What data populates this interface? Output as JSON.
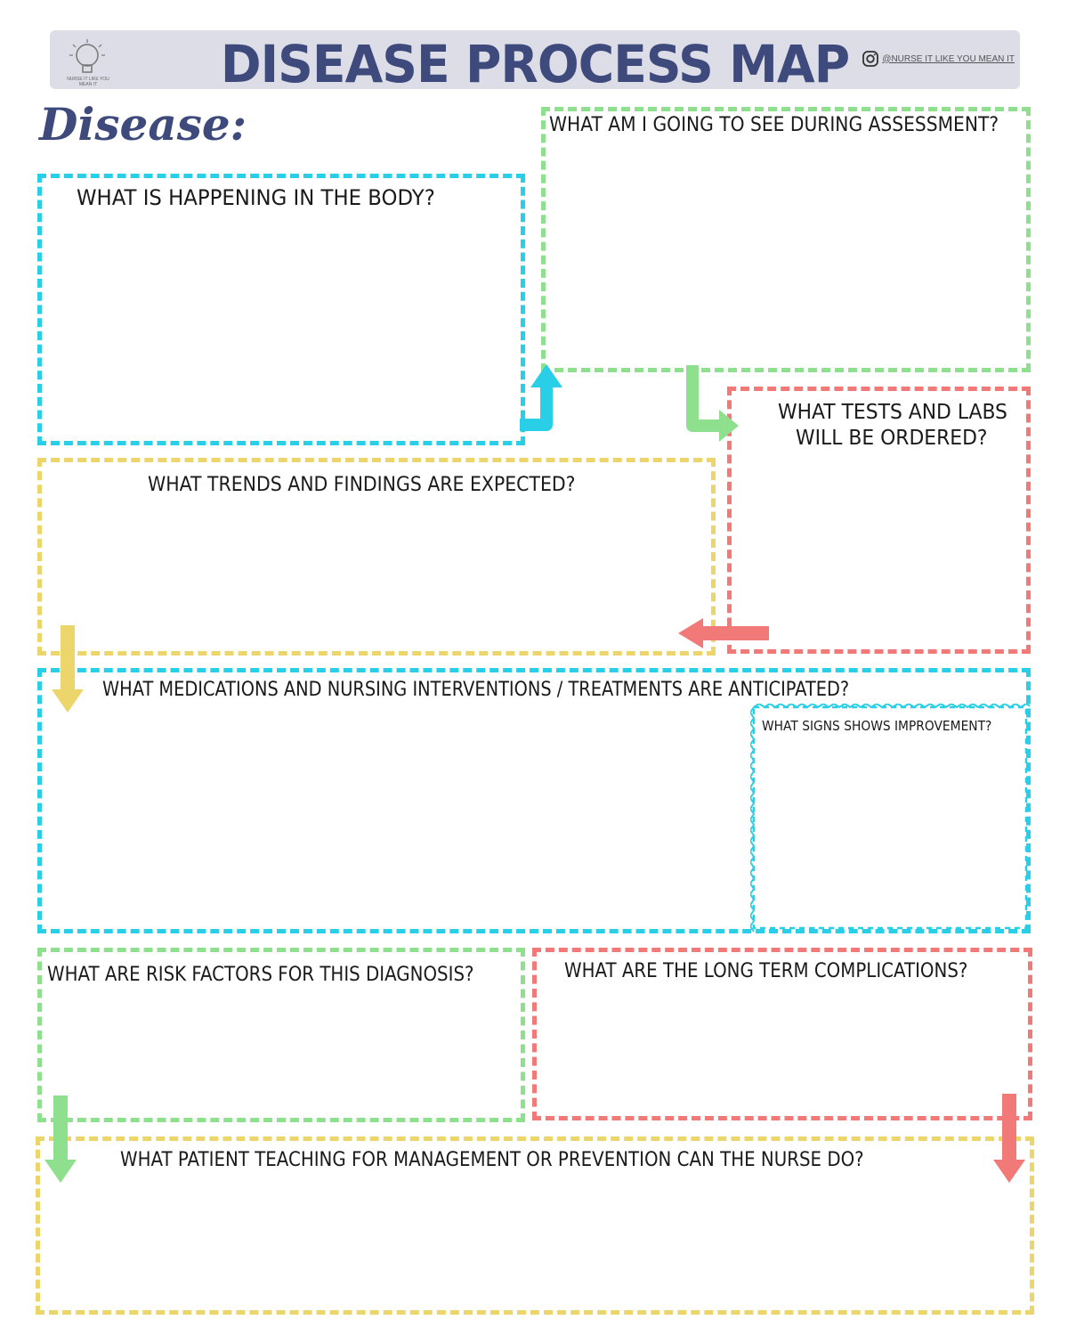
{
  "header": {
    "title": "DISEASE PROCESS MAP",
    "logo_text": "NURSE IT LIKE YOU MEAN IT",
    "social_handle": "@NURSE IT LIKE YOU MEAN IT"
  },
  "disease_label": "Disease:",
  "sections": {
    "body": "WHAT IS HAPPENING IN THE BODY?",
    "assessment": "WHAT AM I GOING TO SEE DURING ASSESSMENT?",
    "tests_line1": "WHAT TESTS AND LABS",
    "tests_line2": "WILL BE ORDERED?",
    "trends": "WHAT TRENDS AND FINDINGS ARE EXPECTED?",
    "medications": "WHAT MEDICATIONS AND NURSING INTERVENTIONS / TREATMENTS ARE ANTICIPATED?",
    "improvement": "WHAT SIGNS SHOWS IMPROVEMENT?",
    "risk": "WHAT ARE RISK FACTORS FOR THIS DIAGNOSIS?",
    "complications": "WHAT ARE THE LONG TERM COMPLICATIONS?",
    "teaching": "WHAT PATIENT TEACHING FOR MANAGEMENT OR PREVENTION CAN THE NURSE DO?"
  },
  "colors": {
    "title": "#3e4a7c",
    "header_bg": "#dcdde6",
    "blue": "#29cfe6",
    "green": "#8ee08e",
    "red": "#f17a78",
    "yellow": "#ecd56a"
  },
  "icons": [
    "lightbulb-icon",
    "instagram-icon"
  ]
}
